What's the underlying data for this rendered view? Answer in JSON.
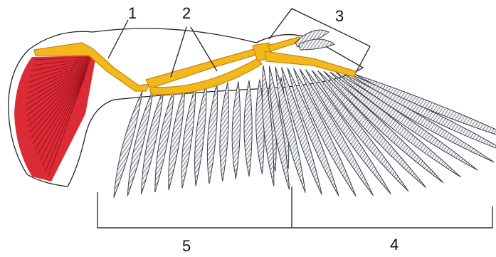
{
  "labels": {
    "l1": "1",
    "l2": "2",
    "l3": "3",
    "l4": "4",
    "l5": "5"
  },
  "colors": {
    "bone": "#f2b81c",
    "bone_outline": "#c8860a",
    "muscle": "#d8202c",
    "feather_stroke": "#3a3f4a",
    "feather_fill": "#f4f5f7",
    "line": "#333333"
  }
}
